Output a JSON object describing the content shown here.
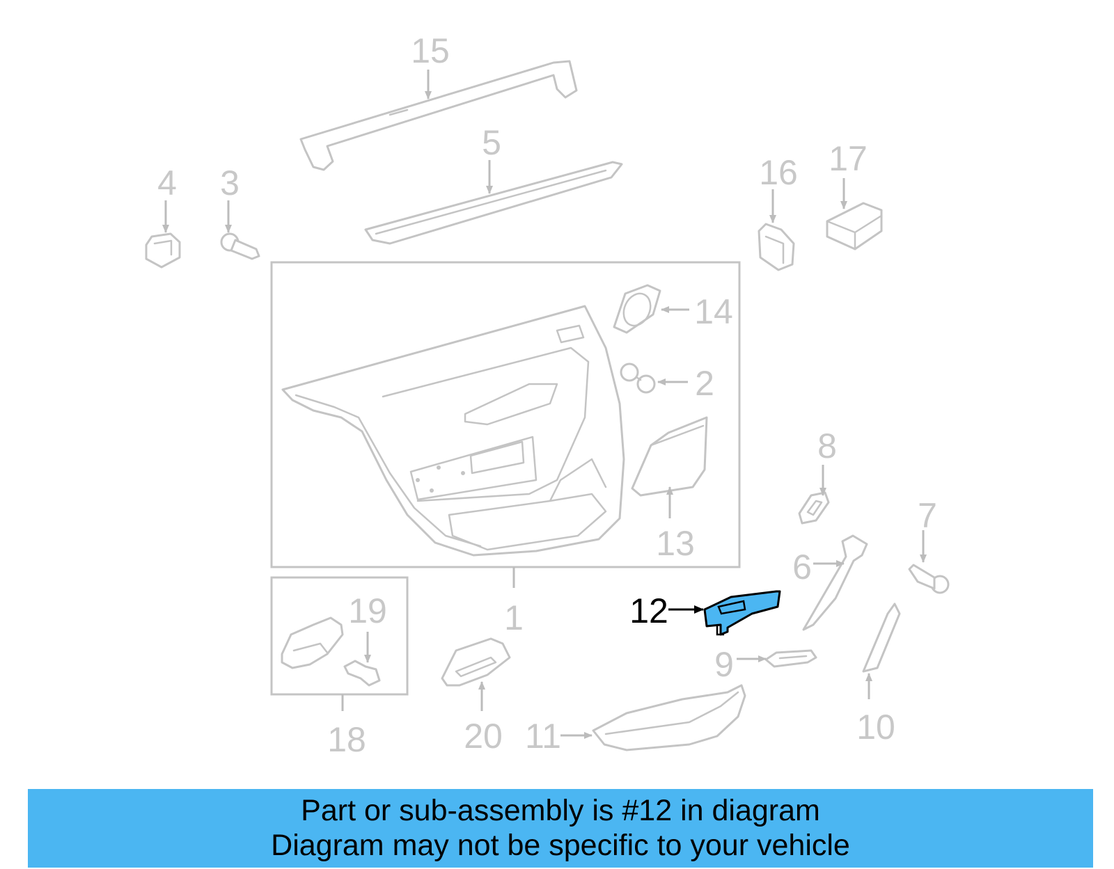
{
  "diagram": {
    "highlight_color": "#4bb6f2",
    "callouts": [
      {
        "id": "c1",
        "text": "1"
      },
      {
        "id": "c2",
        "text": "2"
      },
      {
        "id": "c3",
        "text": "3"
      },
      {
        "id": "c4",
        "text": "4"
      },
      {
        "id": "c5",
        "text": "5"
      },
      {
        "id": "c6",
        "text": "6"
      },
      {
        "id": "c7",
        "text": "7"
      },
      {
        "id": "c8",
        "text": "8"
      },
      {
        "id": "c9",
        "text": "9"
      },
      {
        "id": "c10",
        "text": "10"
      },
      {
        "id": "c11",
        "text": "11"
      },
      {
        "id": "c12",
        "text": "12"
      },
      {
        "id": "c13",
        "text": "13"
      },
      {
        "id": "c14",
        "text": "14"
      },
      {
        "id": "c15",
        "text": "15"
      },
      {
        "id": "c16",
        "text": "16"
      },
      {
        "id": "c17",
        "text": "17"
      },
      {
        "id": "c18",
        "text": "18"
      },
      {
        "id": "c19",
        "text": "19"
      },
      {
        "id": "c20",
        "text": "20"
      }
    ]
  },
  "banner": {
    "line1": "Part or sub-assembly is #12 in diagram",
    "line2": "Diagram may not be specific to your vehicle",
    "color": "#4bb6f2"
  }
}
